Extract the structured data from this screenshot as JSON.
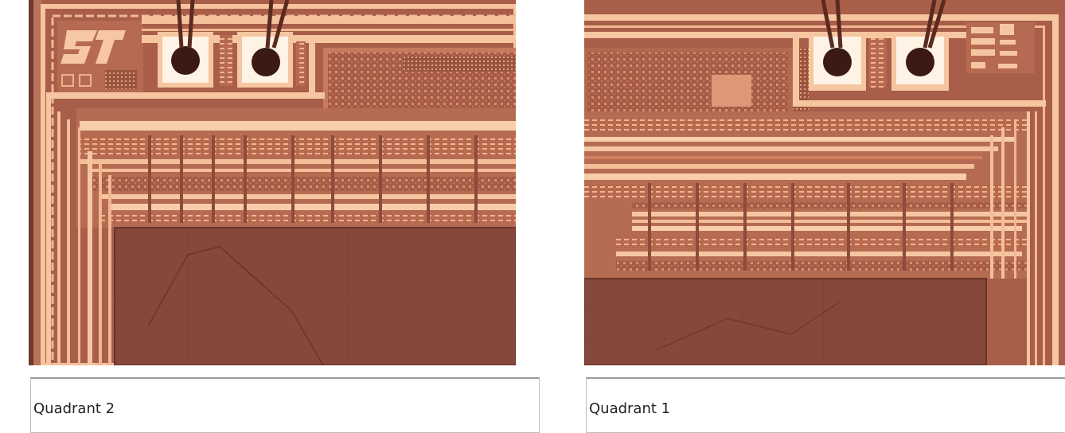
{
  "panels": [
    {
      "caption": "Quadrant 2",
      "logo_text": "ST",
      "colors": {
        "metal": "#f6c49f",
        "die_dark": "#86483a",
        "die_mid": "#b86a50",
        "pad": "#fff3e6",
        "bond": "#3b1a14"
      }
    },
    {
      "caption": "Quadrant 1",
      "colors": {
        "metal": "#f6c49f",
        "die_dark": "#86483a",
        "die_mid": "#b86a50",
        "pad": "#fff3e6",
        "bond": "#3b1a14"
      }
    }
  ]
}
